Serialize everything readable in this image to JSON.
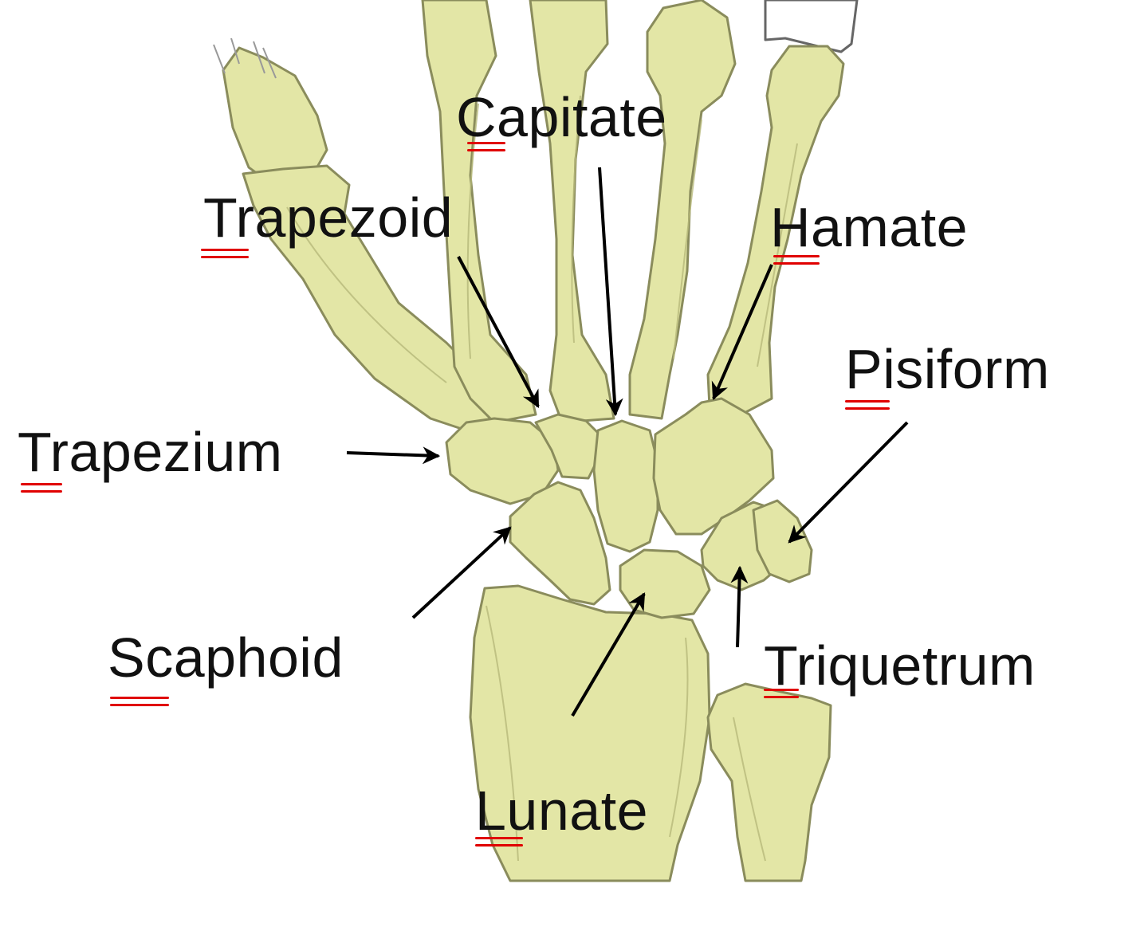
{
  "colors": {
    "bone_fill": "#e3e6a6",
    "bone_stroke": "#8a8c5c",
    "bone_shadow": "#c9cc8a",
    "arrow": "#000000",
    "label_text": "#111111",
    "underline": "#e00000"
  },
  "labels": {
    "capitate": "Capitate",
    "trapezoid": "Trapezoid",
    "hamate": "Hamate",
    "pisiform": "Pisiform",
    "trapezium": "Trapezium",
    "scaphoid": "Scaphoid",
    "triquetrum": "Triquetrum",
    "lunate": "Lunate"
  }
}
